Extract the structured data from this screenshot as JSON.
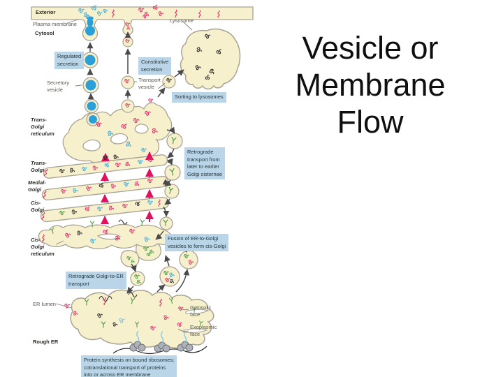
{
  "slide": {
    "title_lines": [
      "Vesicle or",
      "Membrane",
      "Flow"
    ]
  },
  "diagram": {
    "plain_labels": {
      "exterior": "Exterior",
      "plasma_membrane": "Plasma membrane",
      "cytosol": "Cytosol",
      "secretory_vesicle": "Secretory\nvesicle",
      "transport_vesicle": "Transport\nvesicle",
      "lysosome": "Lysosome",
      "trans_golgi_reticulum": "Trans-\nGolgi\nreticulum",
      "trans_golgi": "Trans-\nGolgi",
      "medial_golgi": "Medial-\nGolgi",
      "cis_golgi": "Cis-\nGolgi",
      "cis_golgi_reticulum": "Cis-\nGolgi\nreticulum",
      "er_lumen": "ER lumen",
      "cytosolic_face": "Cytosolic\nface",
      "exoplasmic_face": "Exoplasmic\nface",
      "rough_er": "Rough ER"
    },
    "callout_boxes": {
      "regulated_secretion": "Regulated\nsecretion",
      "constitutive_secretion": "Constitutive\nsecretion",
      "sorting_to_lysosomes": "Sorting to lysosomes",
      "retrograde_transport": "Retrograde\ntransport from\nlater to earlier\nGolgi cisternae",
      "fusion_er_to_golgi": "Fusion of ER-to-Golgi\nvesicles to form cis-Golgi",
      "retrograde_golgi_to_er": "Retrograde Golgi-to-ER\ntransport",
      "protein_synthesis": "Protein synthesis on bound ribosomes;\ncotranslational transport of proteins\ninto or across ER membrane"
    },
    "colors": {
      "membrane_fill": "#f7f0cc",
      "membrane_outline": "#a8a294",
      "callout_bg": "#b9d5e7",
      "callout_text": "#253842",
      "vesicle_blue": "#2b9fd8",
      "protein_red": "#e0336b",
      "protein_blue": "#3fadde",
      "protein_green": "#4a9a43",
      "protein_black": "#2a2a2a",
      "protein_cyan": "#7cc9e8",
      "arrow_gray": "#4a4a4a",
      "arrow_magenta": "#e0115f"
    }
  }
}
